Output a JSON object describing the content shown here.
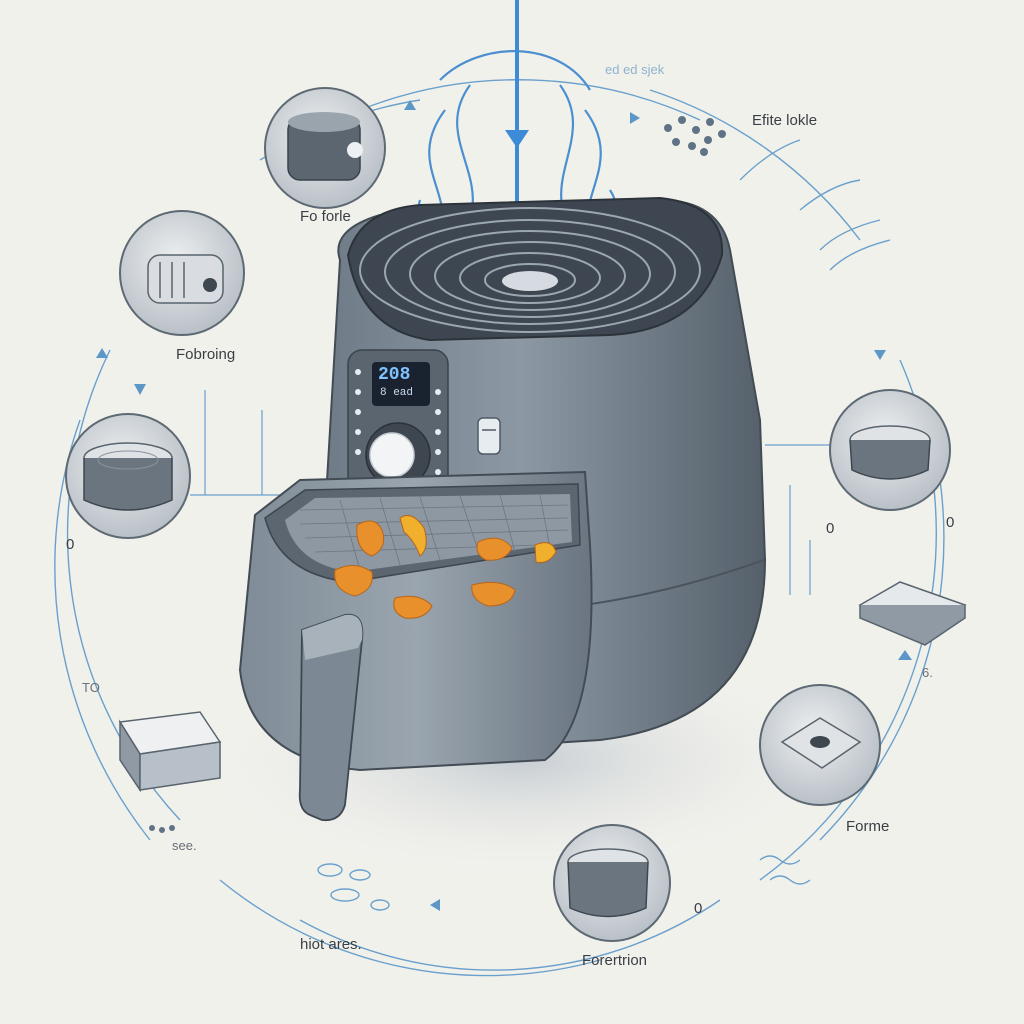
{
  "labels": {
    "top_scrawl": "ed ed sjek",
    "top_right": "Efite lokle",
    "upper_left": "Fo forle",
    "left": "Fobroing",
    "left_zero": "0",
    "lower_left_to": "TO",
    "lower_left_see": "see.",
    "bottom_left": "hiot ares.",
    "bottom_center": "Forertrion",
    "bottom_zero": "0",
    "right_zero_a": "0",
    "right_zero_b": "0",
    "right_six": "6.",
    "right_lower": "Forme"
  },
  "display": {
    "top": "208",
    "bottom": "8 ead"
  },
  "colors": {
    "body": "#5c6874",
    "body_light": "#8a96a1",
    "lines": "#5d97c8",
    "food": "#e8902c",
    "display": "#1a2230"
  }
}
